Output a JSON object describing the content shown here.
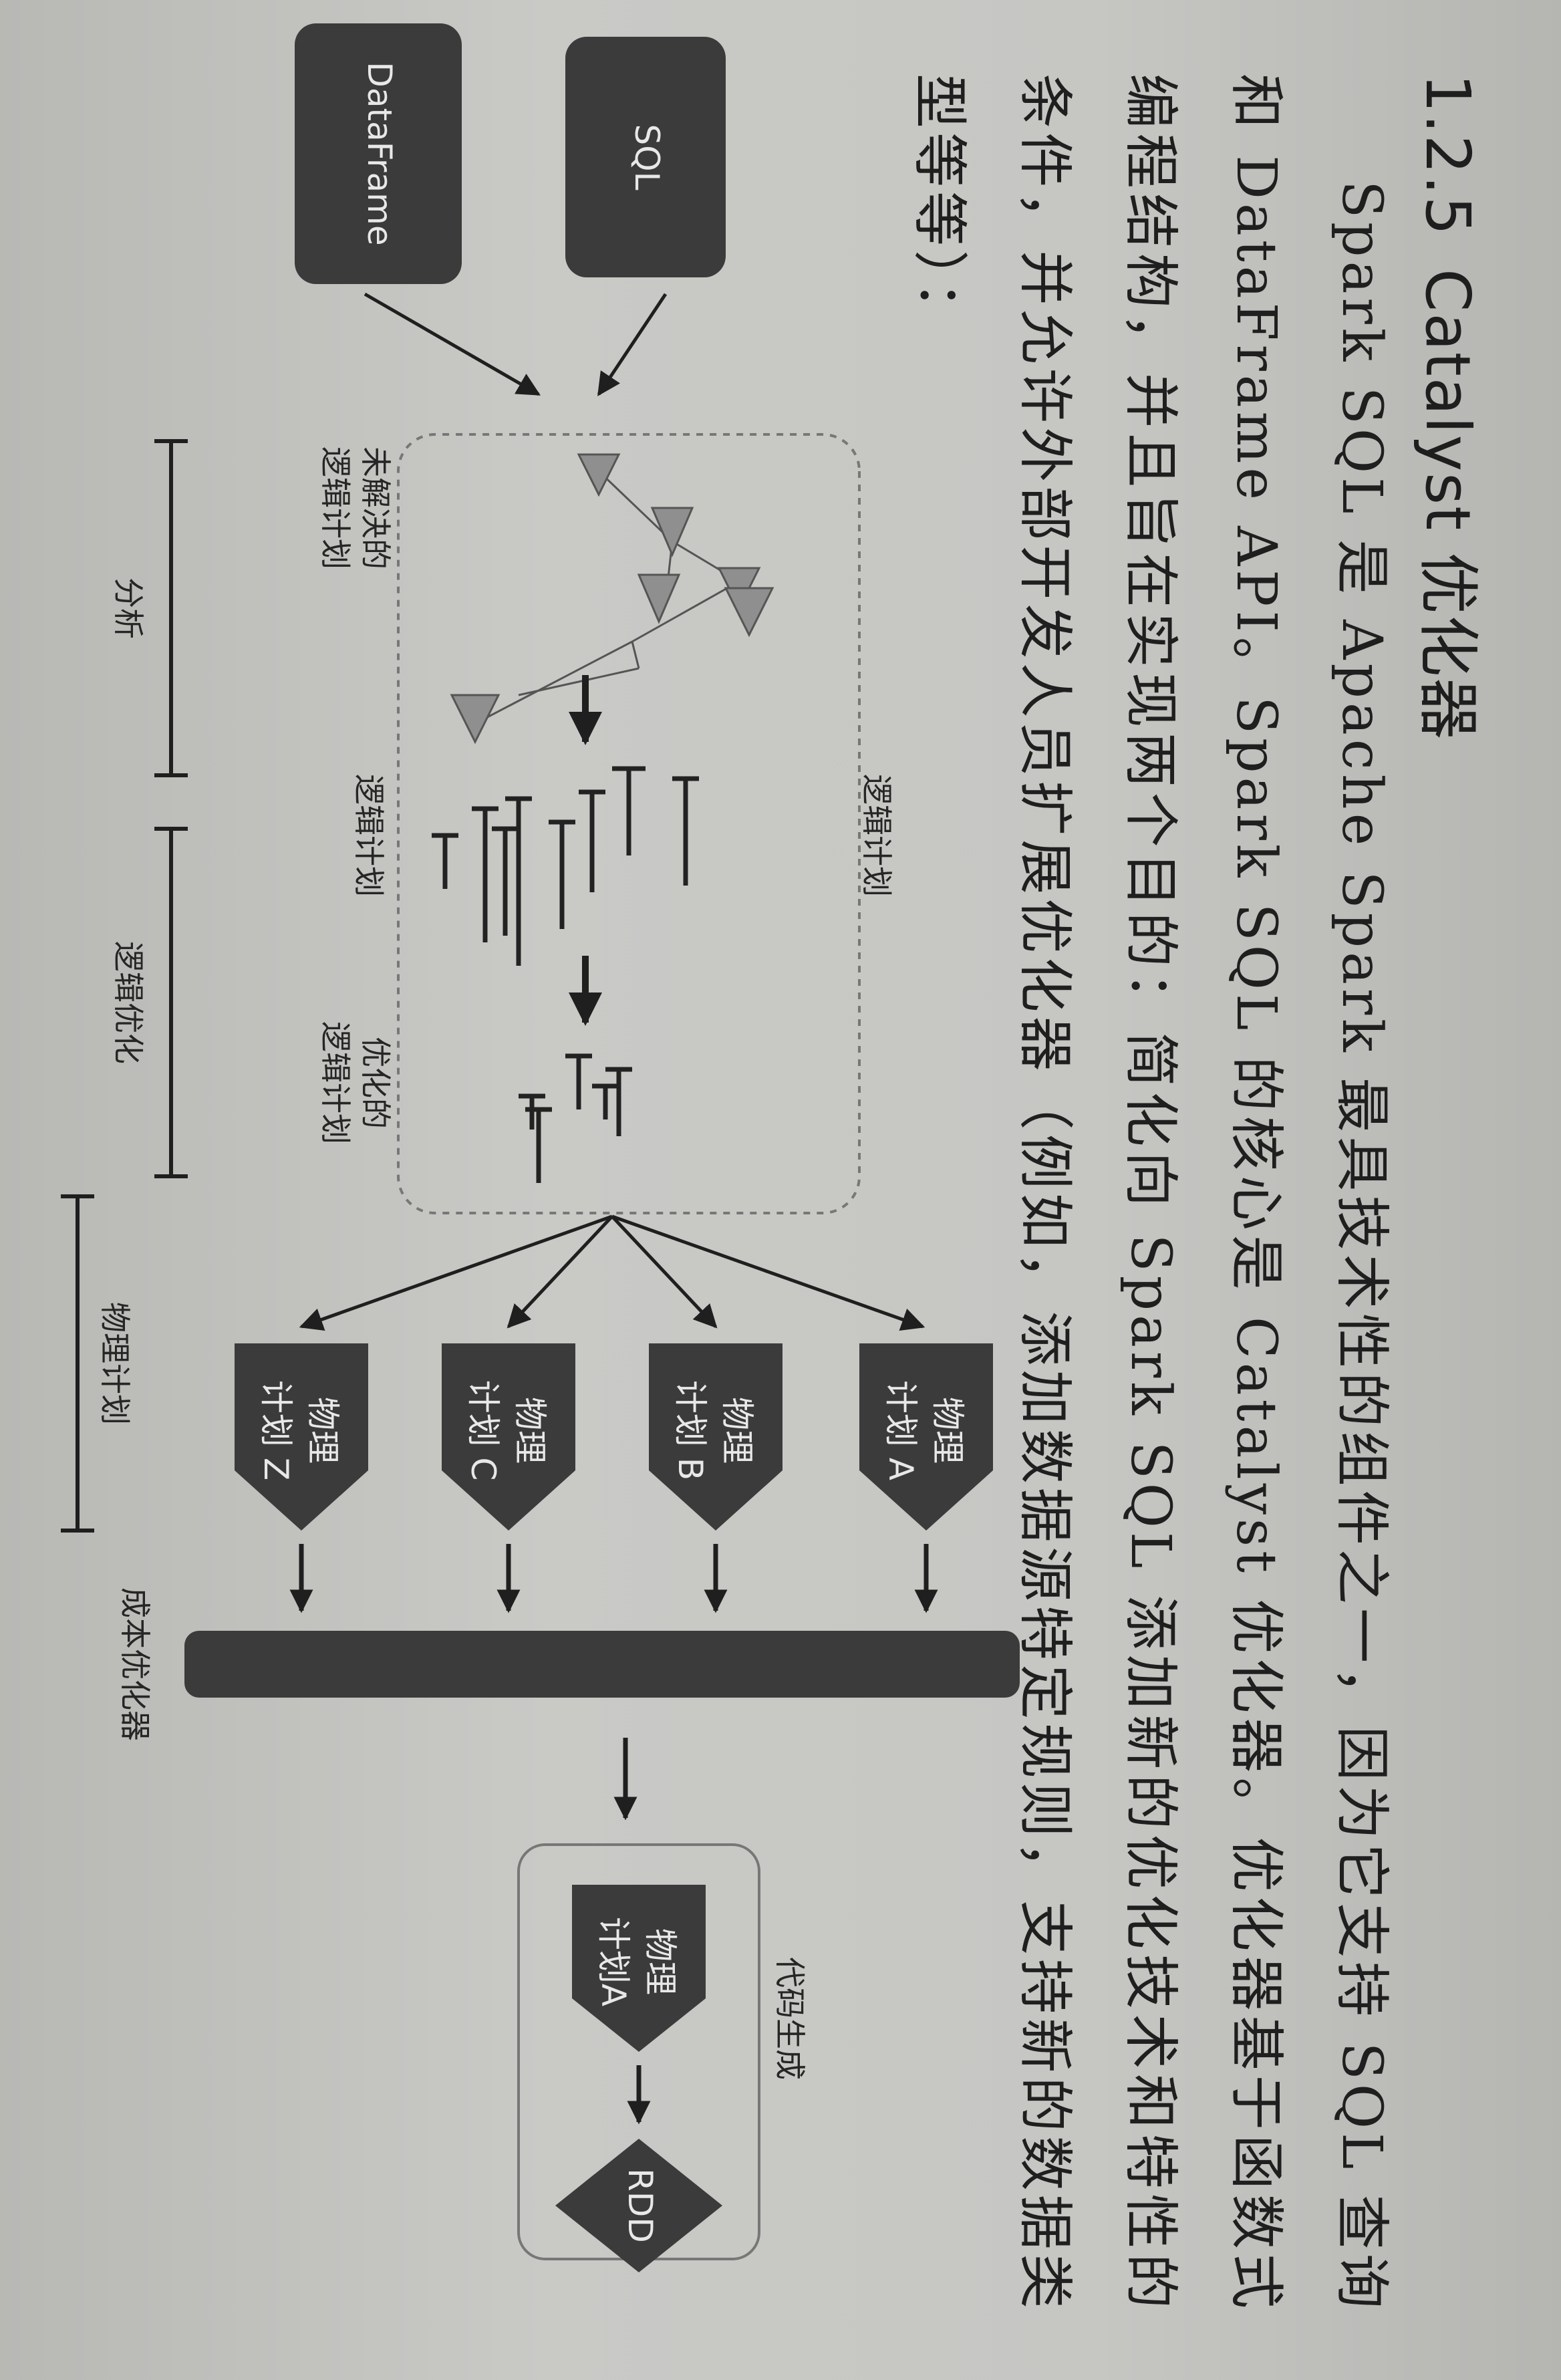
{
  "section": {
    "number": "1.2.5",
    "title": "Catalyst 优化器"
  },
  "paragraph": "Spark SQL 是 Apache Spark 最具技术性的组件之一，因为它支持 SQL 查询和 DataFrame API。Spark SQL 的核心是 Catalyst 优化器。优化器基于函数式编程结构，并且旨在实现两个目的：简化向 Spark SQL 添加新的优化技术和特性的条件，并允许外部开发人员扩展优化器（例如，添加数据源特定规则，支持新的数据类型等等）：",
  "diagram": {
    "inputs": {
      "sql": "SQL",
      "dataframe": "DataFrame"
    },
    "logical_box_label": "逻辑计划",
    "stages": {
      "unresolved": [
        "未解决的",
        "逻辑计划"
      ],
      "logical": "逻辑计划",
      "optimized": [
        "优化的",
        "逻辑计划"
      ]
    },
    "physical_plans": [
      {
        "l1": "物理",
        "l2": "计划 A"
      },
      {
        "l1": "物理",
        "l2": "计划 B"
      },
      {
        "l1": "物理",
        "l2": "计划 C"
      },
      {
        "l1": "物理",
        "l2": "计划 Z"
      }
    ],
    "cost_optimizer": "成本优化器",
    "codegen": {
      "label": "代码生成",
      "selected": {
        "l1": "物理",
        "l2": "计划A"
      },
      "rdd": "RDD"
    },
    "phases": {
      "analysis": "分析",
      "logical_optimization": "逻辑优化",
      "physical_planning": "物理计划"
    }
  },
  "colors": {
    "dark_block": "#3d3d3d",
    "text": "#1f1f1f",
    "gray_triangle": "#8f8f8f"
  }
}
